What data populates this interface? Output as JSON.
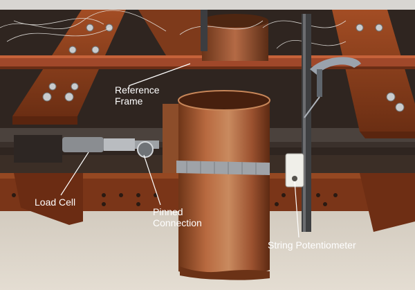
{
  "labels": {
    "reference_frame_line1": "Reference",
    "reference_frame_line2": "Frame",
    "load_cell": "Load Cell",
    "pinned_line1": "Pinned",
    "pinned_line2": "Connection",
    "string_potentiometer": "String Potentiometer"
  },
  "colors": {
    "label_text": "#ffffff",
    "rust": "#8a3e1c",
    "rust_dark": "#5a2410",
    "sand": "#d9d2c6",
    "cylinder_copper": "#a85c38",
    "steel_gray": "#56585a"
  }
}
